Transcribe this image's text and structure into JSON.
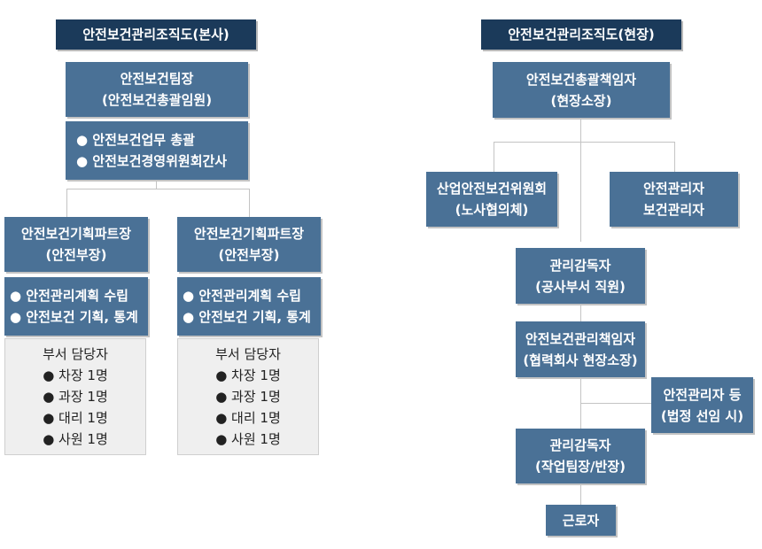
{
  "hq": {
    "title": "안전보건관리조직도(본사)",
    "head": [
      "안전보건팀장",
      "(안전보건총괄임원)"
    ],
    "head_duties": [
      "● 안전보건업무 총괄",
      "● 안전보건경영위원회간사"
    ],
    "parts": [
      {
        "title": [
          "안전보건기획파트장",
          "(안전부장)"
        ],
        "duties": [
          "● 안전관리계획 수립",
          "● 안전보건 기획, 통계"
        ],
        "staff_title": "부서 담당자",
        "staff": [
          "● 차장 1명",
          "● 과장 1명",
          "● 대리 1명",
          "● 사원 1명"
        ]
      },
      {
        "title": [
          "안전보건기획파트장",
          "(안전부장)"
        ],
        "duties": [
          "● 안전관리계획 수립",
          "● 안전보건 기획, 통계"
        ],
        "staff_title": "부서 담당자",
        "staff": [
          "● 차장 1명",
          "● 과장 1명",
          "● 대리 1명",
          "● 사원 1명"
        ]
      }
    ]
  },
  "site": {
    "title": "안전보건관리조직도(현장)",
    "head": [
      "안전보건총괄책임자",
      "(현장소장)"
    ],
    "committee": [
      "산업안전보건위원회",
      "(노사협의체)"
    ],
    "managers": [
      "안전관리자",
      "보건관리자"
    ],
    "supervisor1": [
      "관리감독자",
      "(공사부서 직원)"
    ],
    "sub_head": [
      "안전보건관리책임자",
      "(협력회사 현장소장)"
    ],
    "sub_manager": [
      "안전관리자 등",
      "(법정 선임 시)"
    ],
    "supervisor2": [
      "관리감독자",
      "(작업팀장/반장)"
    ],
    "worker": "근로자"
  }
}
